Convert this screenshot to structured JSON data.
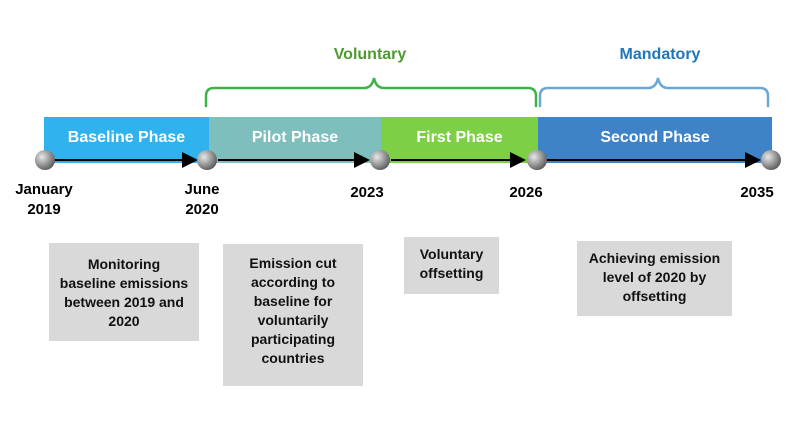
{
  "groups": {
    "voluntary": "Voluntary",
    "mandatory": "Mandatory"
  },
  "phases": [
    {
      "label": "Baseline Phase"
    },
    {
      "label": "Pilot Phase"
    },
    {
      "label": "First Phase"
    },
    {
      "label": "Second Phase"
    }
  ],
  "dates": {
    "jan2019_line1": "January",
    "jan2019_line2": "2019",
    "jun2020_line1": "June",
    "jun2020_line2": "2020",
    "y2023": "2023",
    "y2026": "2026",
    "y2035": "2035"
  },
  "descriptions": {
    "baseline": [
      "Monitoring",
      "baseline emissions",
      "between 2019 and",
      "2020"
    ],
    "pilot": [
      "Emission cut",
      "according to",
      "baseline for",
      "voluntarily",
      "participating",
      "countries"
    ],
    "first": [
      "Voluntary",
      "offsetting"
    ],
    "second": [
      "Achieving emission",
      "level of 2020 by",
      "offsetting"
    ]
  },
  "colors": {
    "voluntary_text": "#4e9a2f",
    "voluntary_bracket": "#3fb24a",
    "mandatory_text": "#1f77b8",
    "mandatory_bracket": "#6aa6d6",
    "baseline": "#2fb2ee",
    "pilot": "#7ebfbd",
    "first": "#7dcf46",
    "second": "#3e83c8",
    "desc_bg": "#d9d9d9"
  }
}
